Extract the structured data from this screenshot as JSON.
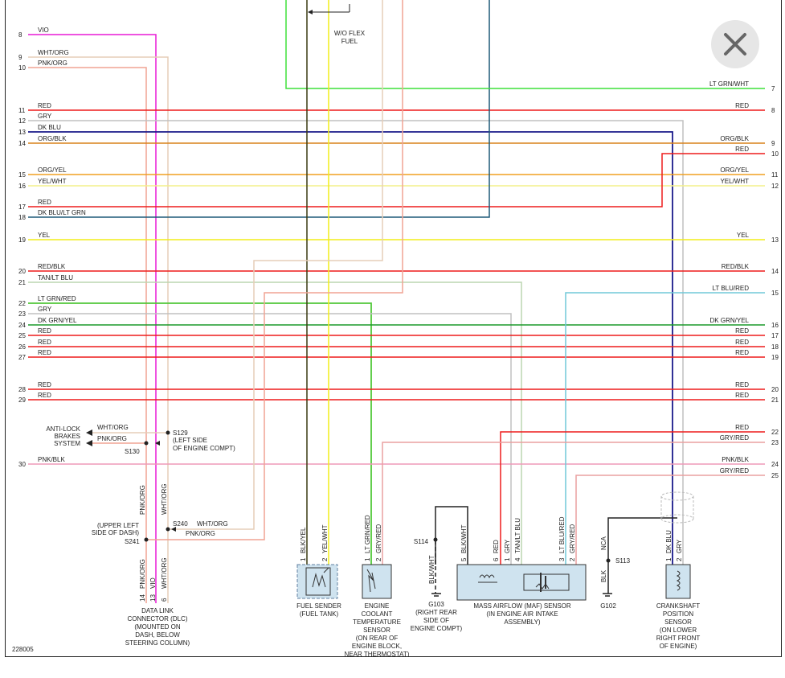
{
  "diagram": {
    "figure_id": "228005",
    "wires_left": [
      {
        "pin": "8",
        "label": "VIO",
        "color": "#e81ad6"
      },
      {
        "pin": "9",
        "label": "WHT/ORG",
        "color": "#e6cdb8"
      },
      {
        "pin": "10",
        "label": "PNK/ORG",
        "color": "#f0a494"
      },
      {
        "pin": "11",
        "label": "RED",
        "color": "#ee1c1c"
      },
      {
        "pin": "12",
        "label": "GRY",
        "color": "#c0c0c0"
      },
      {
        "pin": "13",
        "label": "DK BLU",
        "color": "#1a1a8a"
      },
      {
        "pin": "14",
        "label": "ORG/BLK",
        "color": "#d9821a"
      },
      {
        "pin": "15",
        "label": "ORG/YEL",
        "color": "#f0a020"
      },
      {
        "pin": "16",
        "label": "YEL/WHT",
        "color": "#f4f08a"
      },
      {
        "pin": "17",
        "label": "RED",
        "color": "#ee1c1c"
      },
      {
        "pin": "18",
        "label": "DK BLU/LT GRN",
        "color": "#1e5a78"
      },
      {
        "pin": "19",
        "label": "YEL",
        "color": "#f2ee18"
      },
      {
        "pin": "20",
        "label": "RED/BLK",
        "color": "#ee1c1c"
      },
      {
        "pin": "21",
        "label": "TAN/LT BLU",
        "color": "#bcd6b0"
      },
      {
        "pin": "22",
        "label": "LT GRN/RED",
        "color": "#52c83a"
      },
      {
        "pin": "23",
        "label": "GRY",
        "color": "#c0c0c0"
      },
      {
        "pin": "24",
        "label": "DK GRN/YEL",
        "color": "#1a9a2a"
      },
      {
        "pin": "25",
        "label": "RED",
        "color": "#ee1c1c"
      },
      {
        "pin": "26",
        "label": "RED",
        "color": "#ee1c1c"
      },
      {
        "pin": "27",
        "label": "RED",
        "color": "#ee1c1c"
      },
      {
        "pin": "28",
        "label": "RED",
        "color": "#ee1c1c"
      },
      {
        "pin": "29",
        "label": "RED",
        "color": "#ee1c1c"
      },
      {
        "pin": "30",
        "label": "PNK/BLK",
        "color": "#ee9ab8"
      }
    ],
    "wires_right": [
      {
        "pin": "7",
        "label": "LT GRN/WHT",
        "color": "#3ee03a"
      },
      {
        "pin": "8",
        "label": "RED",
        "color": "#ee1c1c"
      },
      {
        "pin": "9",
        "label": "ORG/BLK",
        "color": "#d9821a"
      },
      {
        "pin": "10",
        "label": "RED",
        "color": "#ee1c1c"
      },
      {
        "pin": "11",
        "label": "ORG/YEL",
        "color": "#f0a020"
      },
      {
        "pin": "12",
        "label": "YEL/WHT",
        "color": "#f4f08a"
      },
      {
        "pin": "13",
        "label": "YEL",
        "color": "#f2ee18"
      },
      {
        "pin": "14",
        "label": "RED/BLK",
        "color": "#ee1c1c"
      },
      {
        "pin": "15",
        "label": "LT BLU/RED",
        "color": "#70c8d8"
      },
      {
        "pin": "16",
        "label": "DK GRN/YEL",
        "color": "#1a9a2a"
      },
      {
        "pin": "17",
        "label": "RED",
        "color": "#ee1c1c"
      },
      {
        "pin": "18",
        "label": "RED",
        "color": "#ee1c1c"
      },
      {
        "pin": "19",
        "label": "RED",
        "color": "#ee1c1c"
      },
      {
        "pin": "20",
        "label": "RED",
        "color": "#ee1c1c"
      },
      {
        "pin": "21",
        "label": "RED",
        "color": "#ee1c1c"
      },
      {
        "pin": "22",
        "label": "RED",
        "color": "#ee1c1c"
      },
      {
        "pin": "23",
        "label": "GRY/RED",
        "color": "#eaa0a0"
      },
      {
        "pin": "24",
        "label": "PNK/BLK",
        "color": "#ee9ab8"
      },
      {
        "pin": "25",
        "label": "GRY/RED",
        "color": "#eaa0a0"
      }
    ],
    "wo_flex_fuel": [
      "W/O FLEX",
      "FUEL"
    ],
    "abs": {
      "label": [
        "ANTI-LOCK",
        "BRAKES",
        "SYSTEM"
      ],
      "wire_top": "WHT/ORG",
      "wire_bottom": "PNK/ORG",
      "splice_top": "S129",
      "splice_top_note": [
        "(LEFT SIDE",
        "OF ENGINE COMPT)"
      ],
      "splice_bottom": "S130"
    },
    "dash": {
      "note": [
        "(UPPER LEFT",
        "SIDE OF DASH)"
      ],
      "splice_top": "S240",
      "splice_bottom": "S241",
      "wire_top": "WHT/ORG",
      "wire_bottom": "PNK/ORG"
    },
    "dlc": {
      "vertical_labels_upper": [
        "PNK/ORG",
        "WHT/ORG"
      ],
      "vertical_labels_lower": [
        "PNK/ORG",
        "VIO",
        "WHT/ORG"
      ],
      "pins": [
        "14",
        "13",
        "6"
      ],
      "label": [
        "DATA LINK",
        "CONNECTOR (DLC)",
        "(MOUNTED ON",
        "DASH, BELOW",
        "STEERING COLUMN)"
      ]
    },
    "fuel_sender": {
      "pins": [
        "1",
        "2"
      ],
      "wires": [
        "BLK/YEL",
        "YEL/WHT"
      ],
      "label": [
        "FUEL SENDER",
        "(FUEL TANK)"
      ]
    },
    "ect": {
      "pins": [
        "1",
        "2"
      ],
      "wires": [
        "LT GRN/RED",
        "GRY/RED"
      ],
      "label": [
        "ENGINE",
        "COOLANT",
        "TEMPERATURE",
        "SENSOR",
        "(ON REAR OF",
        "ENGINE BLOCK,",
        "NEAR THERMOSTAT)"
      ]
    },
    "ground_g103": {
      "splice": "S114",
      "wire": "BLK/WHT",
      "label": [
        "G103",
        "(RIGHT REAR",
        "SIDE OF",
        "ENGINE COMPT)"
      ]
    },
    "maf": {
      "pins": [
        "5",
        "6",
        "1",
        "4",
        "3",
        "2"
      ],
      "wires": [
        "BLK/WHT",
        "RED",
        "GRY",
        "TAN/LT BLU",
        "LT BLU/RED",
        "GRY/RED"
      ],
      "label": [
        "MASS AIRFLOW (MAF) SENSOR",
        "(IN ENGINE AIR INTAKE",
        "ASSEMBLY)"
      ]
    },
    "ground_g102": {
      "splice": "S113",
      "wire_top": "NCA",
      "wire_bottom": "BLK",
      "label": "G102"
    },
    "ckp": {
      "pins": [
        "1",
        "2"
      ],
      "wires": [
        "DK BLU",
        "GRY"
      ],
      "label": [
        "CRANKSHAFT",
        "POSITION",
        "SENSOR",
        "(ON LOWER",
        "RIGHT FRONT",
        "OF ENGINE)"
      ]
    }
  },
  "close_button": {
    "icon": "close-icon"
  }
}
